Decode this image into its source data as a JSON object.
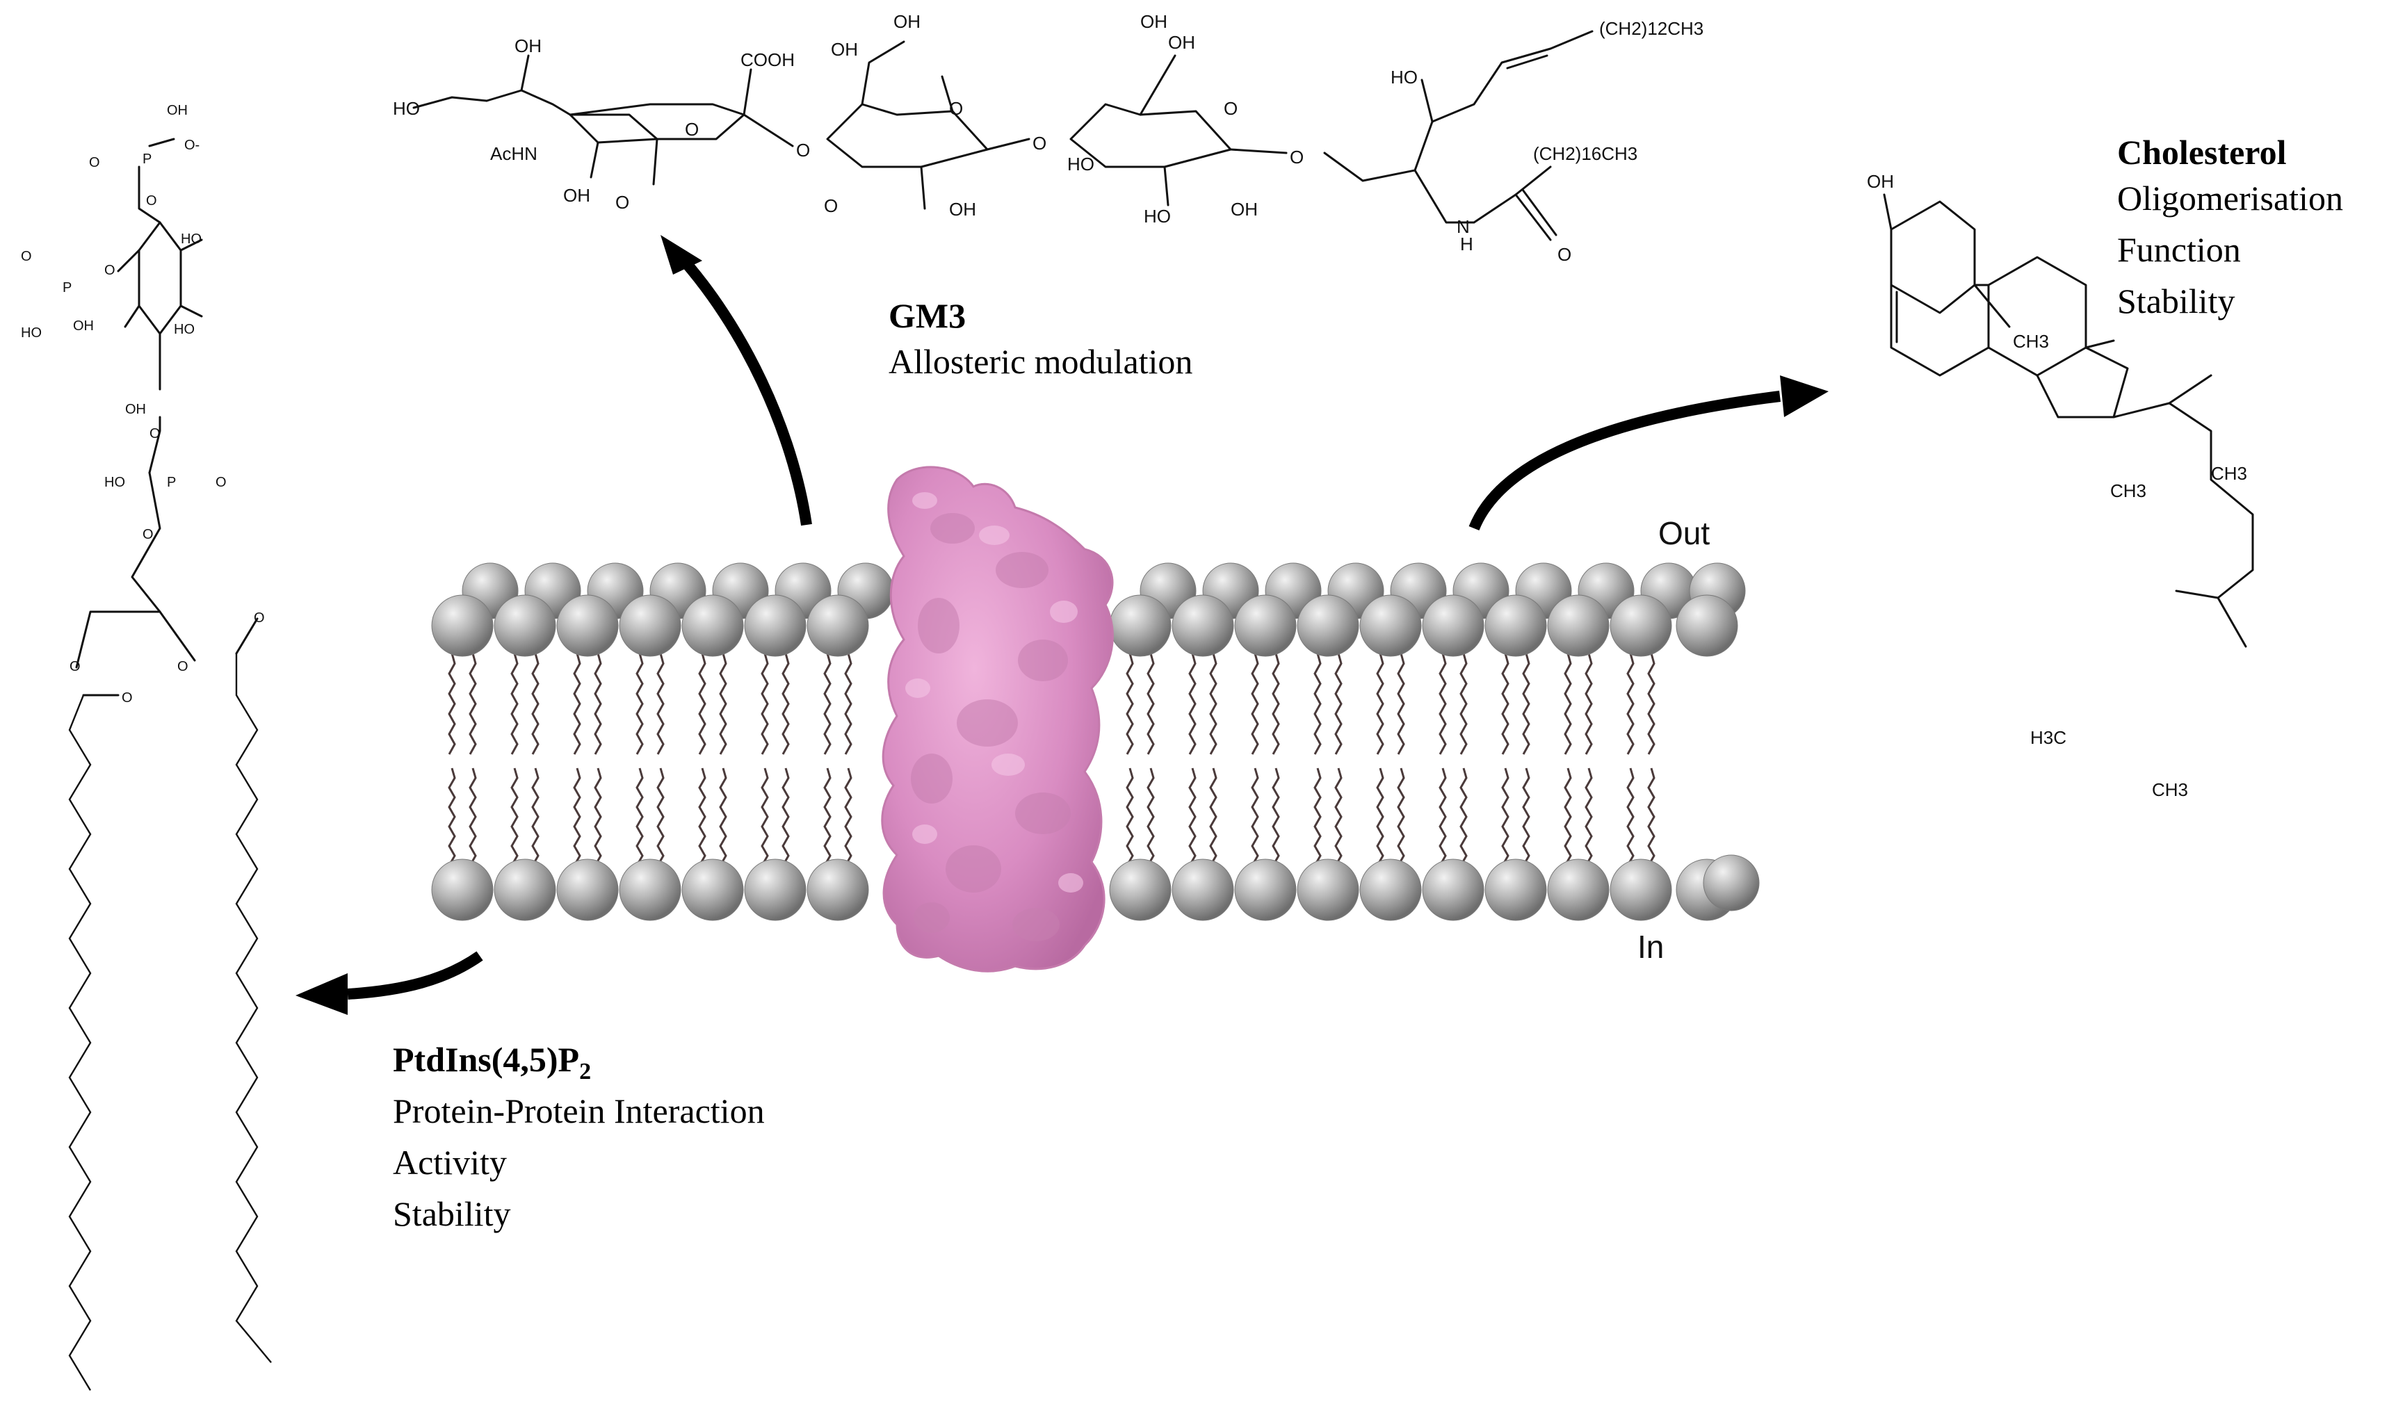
{
  "gm3": {
    "title": "GM3",
    "roles": [
      "Allosteric modulation"
    ]
  },
  "cholesterol": {
    "title": "Cholesterol",
    "roles": [
      "Oligomerisation",
      "Function",
      "Stability"
    ]
  },
  "pip2": {
    "title": "PtdIns(4,5)P",
    "title_sub": "2",
    "roles": [
      "Protein-Protein Interaction",
      "Activity",
      "Stability"
    ]
  },
  "membrane": {
    "out_label": "Out",
    "in_label": "In"
  },
  "colors": {
    "protein": "#d98cc2",
    "lipid_head": "#a9a9a9",
    "arrow": "#000000"
  },
  "structure_labels": {
    "gm3_atoms": [
      "OH",
      "HO",
      "COOH",
      "OH",
      "OH",
      "AcHN",
      "OH",
      "O",
      "O",
      "O",
      "O",
      "HO",
      "OH",
      "O",
      "OH",
      "O",
      "OH",
      "O",
      "HO",
      "(CH2)12CH3",
      "(CH2)16CH3",
      "N",
      "H",
      "O",
      "HO",
      "OH",
      "O"
    ],
    "cholesterol_atoms": [
      "OH",
      "CH3",
      "CH3",
      "CH3",
      "H3C",
      "CH3"
    ],
    "pip2_atoms": [
      "OH",
      "O",
      "P",
      "O-",
      "O",
      "HO",
      "O",
      "P",
      "O",
      "HO",
      "HO",
      "OH",
      "OH",
      "O",
      "HO",
      "P",
      "O",
      "O",
      "O",
      "O",
      "O",
      "O"
    ]
  }
}
